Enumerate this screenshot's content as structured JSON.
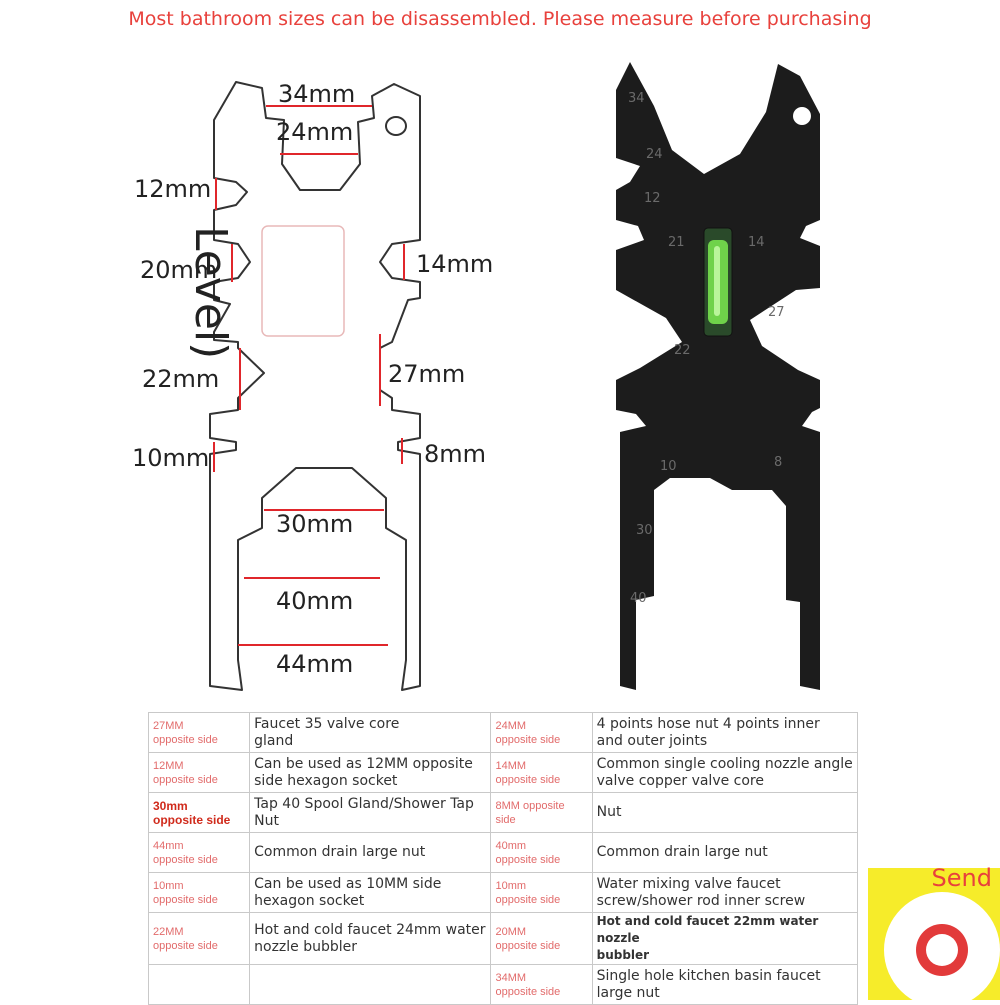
{
  "banner": "Most bathroom sizes can be disassembled. Please measure before purchasing",
  "diagram": {
    "labels": {
      "m34": "34mm",
      "m24": "24mm",
      "m12": "12mm",
      "m20": "20mm",
      "m14": "14mm",
      "m22": "22mm",
      "m27": "27mm",
      "m10": "10mm",
      "m8": "8mm",
      "m30": "30mm",
      "m40": "40mm",
      "m44": "44mm"
    },
    "level": "Level)"
  },
  "wrench_marks": [
    "34",
    "24",
    "12",
    "21",
    "14",
    "27",
    "22",
    "10",
    "8",
    "30",
    "40"
  ],
  "table": {
    "rows": [
      [
        {
          "size": "27MM\nopposite side",
          "desc": "Faucet 35 valve core\ngland"
        },
        {
          "size": "24MM\nopposite side",
          "desc": "4 points hose nut 4 points inner\nand outer joints"
        }
      ],
      [
        {
          "size": "12MM\nopposite side",
          "desc": "Can be used as 12MM opposite\nside hexagon socket"
        },
        {
          "size": "14MM\nopposite side",
          "desc": "Common single cooling nozzle angle\nvalve copper valve core"
        }
      ],
      [
        {
          "size": "30mm\nopposite side",
          "desc": "Tap 40 Spool Gland/Shower Tap\nNut"
        },
        {
          "size": "8MM opposite\nside",
          "desc": "Nut"
        }
      ],
      [
        {
          "size": "44mm\nopposite side",
          "desc": "Common drain large nut"
        },
        {
          "size": "40mm\nopposite side",
          "desc": "Common drain large nut"
        }
      ],
      [
        {
          "size": "10mm\nopposite side",
          "desc": "Can be used as 10MM side\nhexagon socket"
        },
        {
          "size": "10mm\nopposite side",
          "desc": "Water mixing valve faucet\nscrew/shower rod inner screw"
        }
      ],
      [
        {
          "size": "22MM\nopposite side",
          "desc": "Hot and cold faucet 24mm water\nnozzle bubbler"
        },
        {
          "size": "20MM\nopposite side",
          "desc": "Hot and cold faucet 22mm water nozzle\nbubbler"
        }
      ],
      [
        {
          "size": "",
          "desc": ""
        },
        {
          "size": "34MM\nopposite side",
          "desc": "Single hole kitchen basin faucet large nut"
        }
      ]
    ]
  },
  "send": "Send",
  "colors": {
    "accent": "#e8413c",
    "measure_line": "#e0262b",
    "wrench": "#1c1c1c",
    "bubble": "#6fd24a"
  }
}
